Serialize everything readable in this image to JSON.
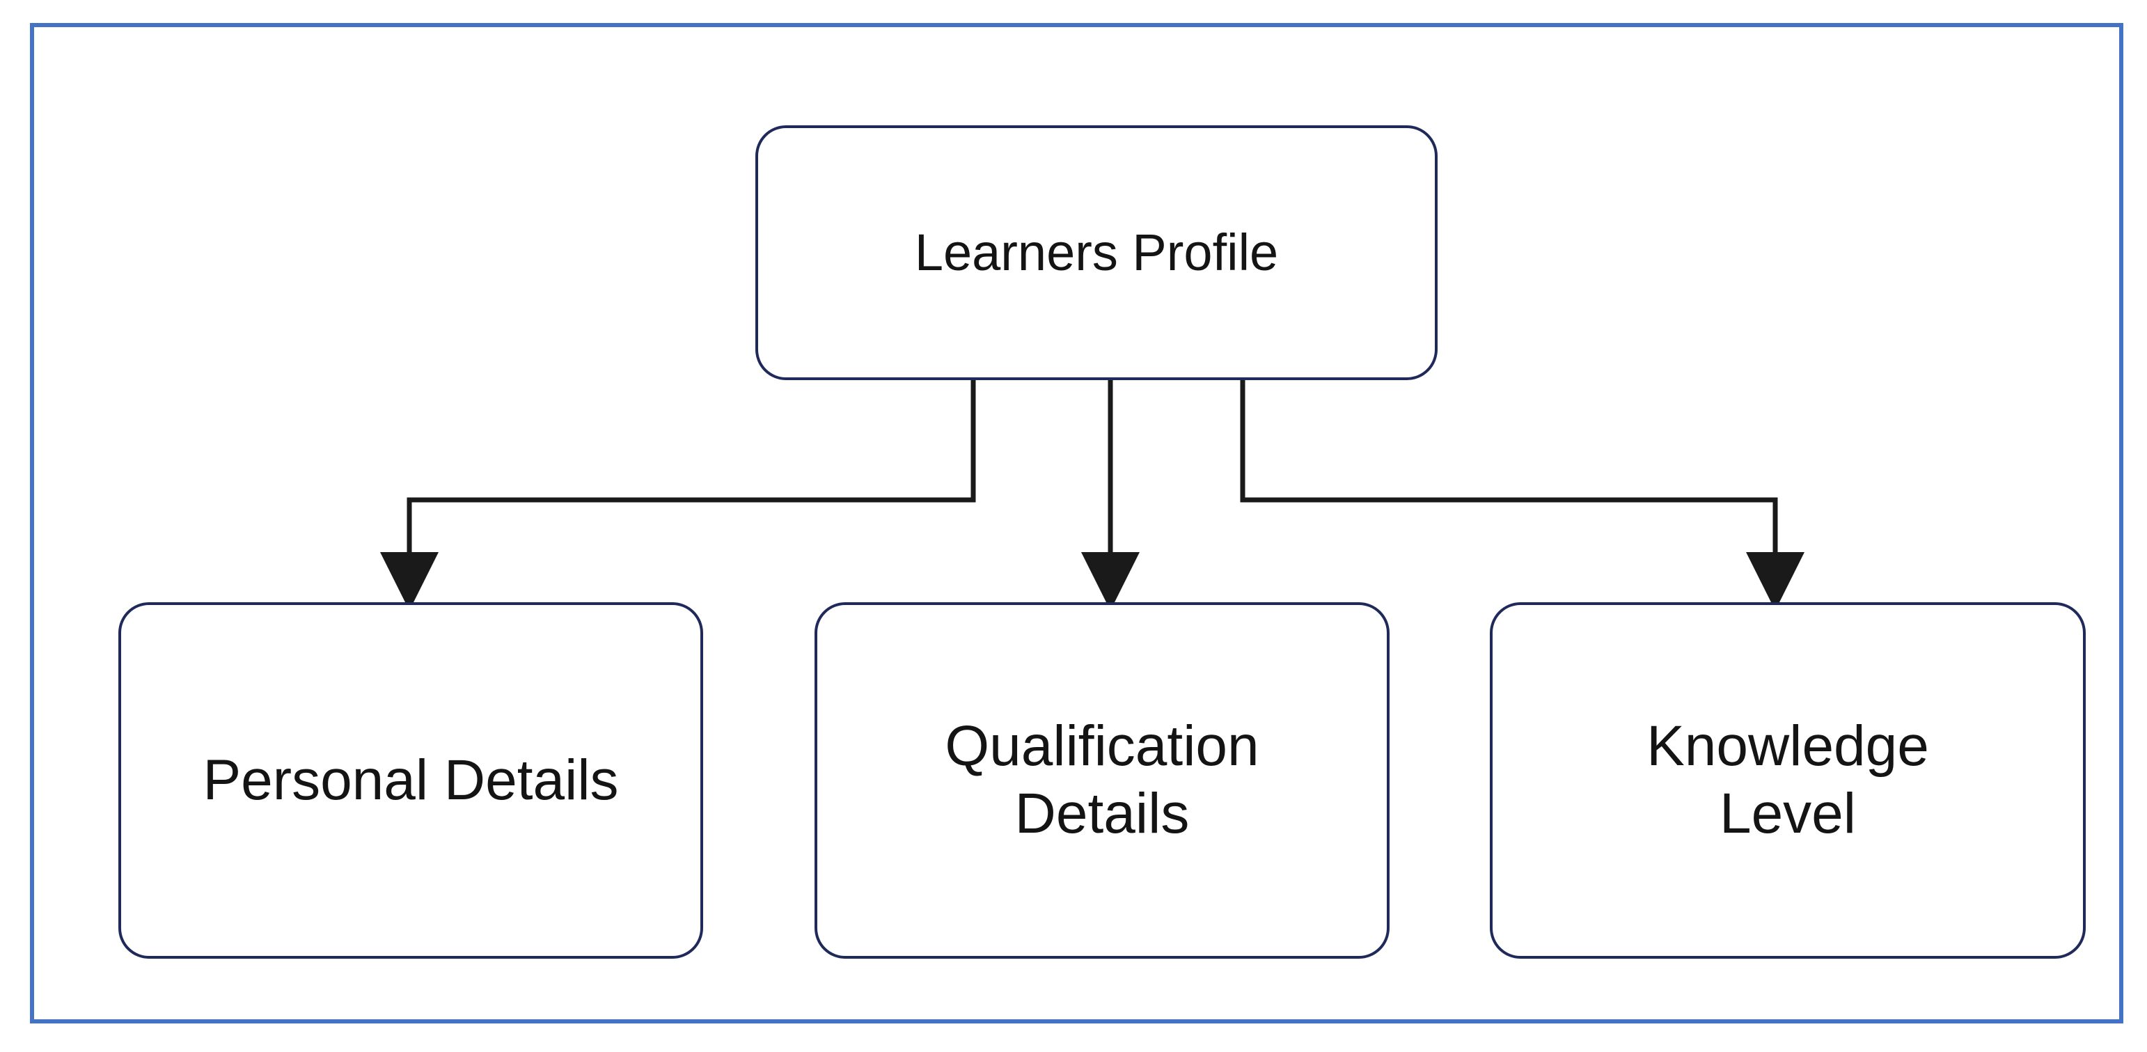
{
  "diagram": {
    "type": "hierarchy-tree",
    "title": "Learners Profile hierarchy",
    "frame": {
      "border_color": "#4472C4",
      "background_color": "#FFFFFF"
    },
    "node_style": {
      "border_color": "#1F2A5A",
      "fill_color": "#FFFFFF",
      "text_color": "#141414",
      "shape": "rounded-rectangle"
    },
    "connector_style": {
      "line_color": "#1A1A1A",
      "arrowhead": "filled-triangle",
      "routing": "orthogonal-elbow"
    },
    "root": {
      "id": "learners-profile",
      "label": "Learners Profile"
    },
    "children": [
      {
        "id": "personal-details",
        "label": "Personal Details"
      },
      {
        "id": "qualification-details",
        "label": "Qualification\nDetails"
      },
      {
        "id": "knowledge-level",
        "label": "Knowledge\nLevel"
      }
    ],
    "edges": [
      {
        "from": "learners-profile",
        "to": "personal-details"
      },
      {
        "from": "learners-profile",
        "to": "qualification-details"
      },
      {
        "from": "learners-profile",
        "to": "knowledge-level"
      }
    ]
  }
}
